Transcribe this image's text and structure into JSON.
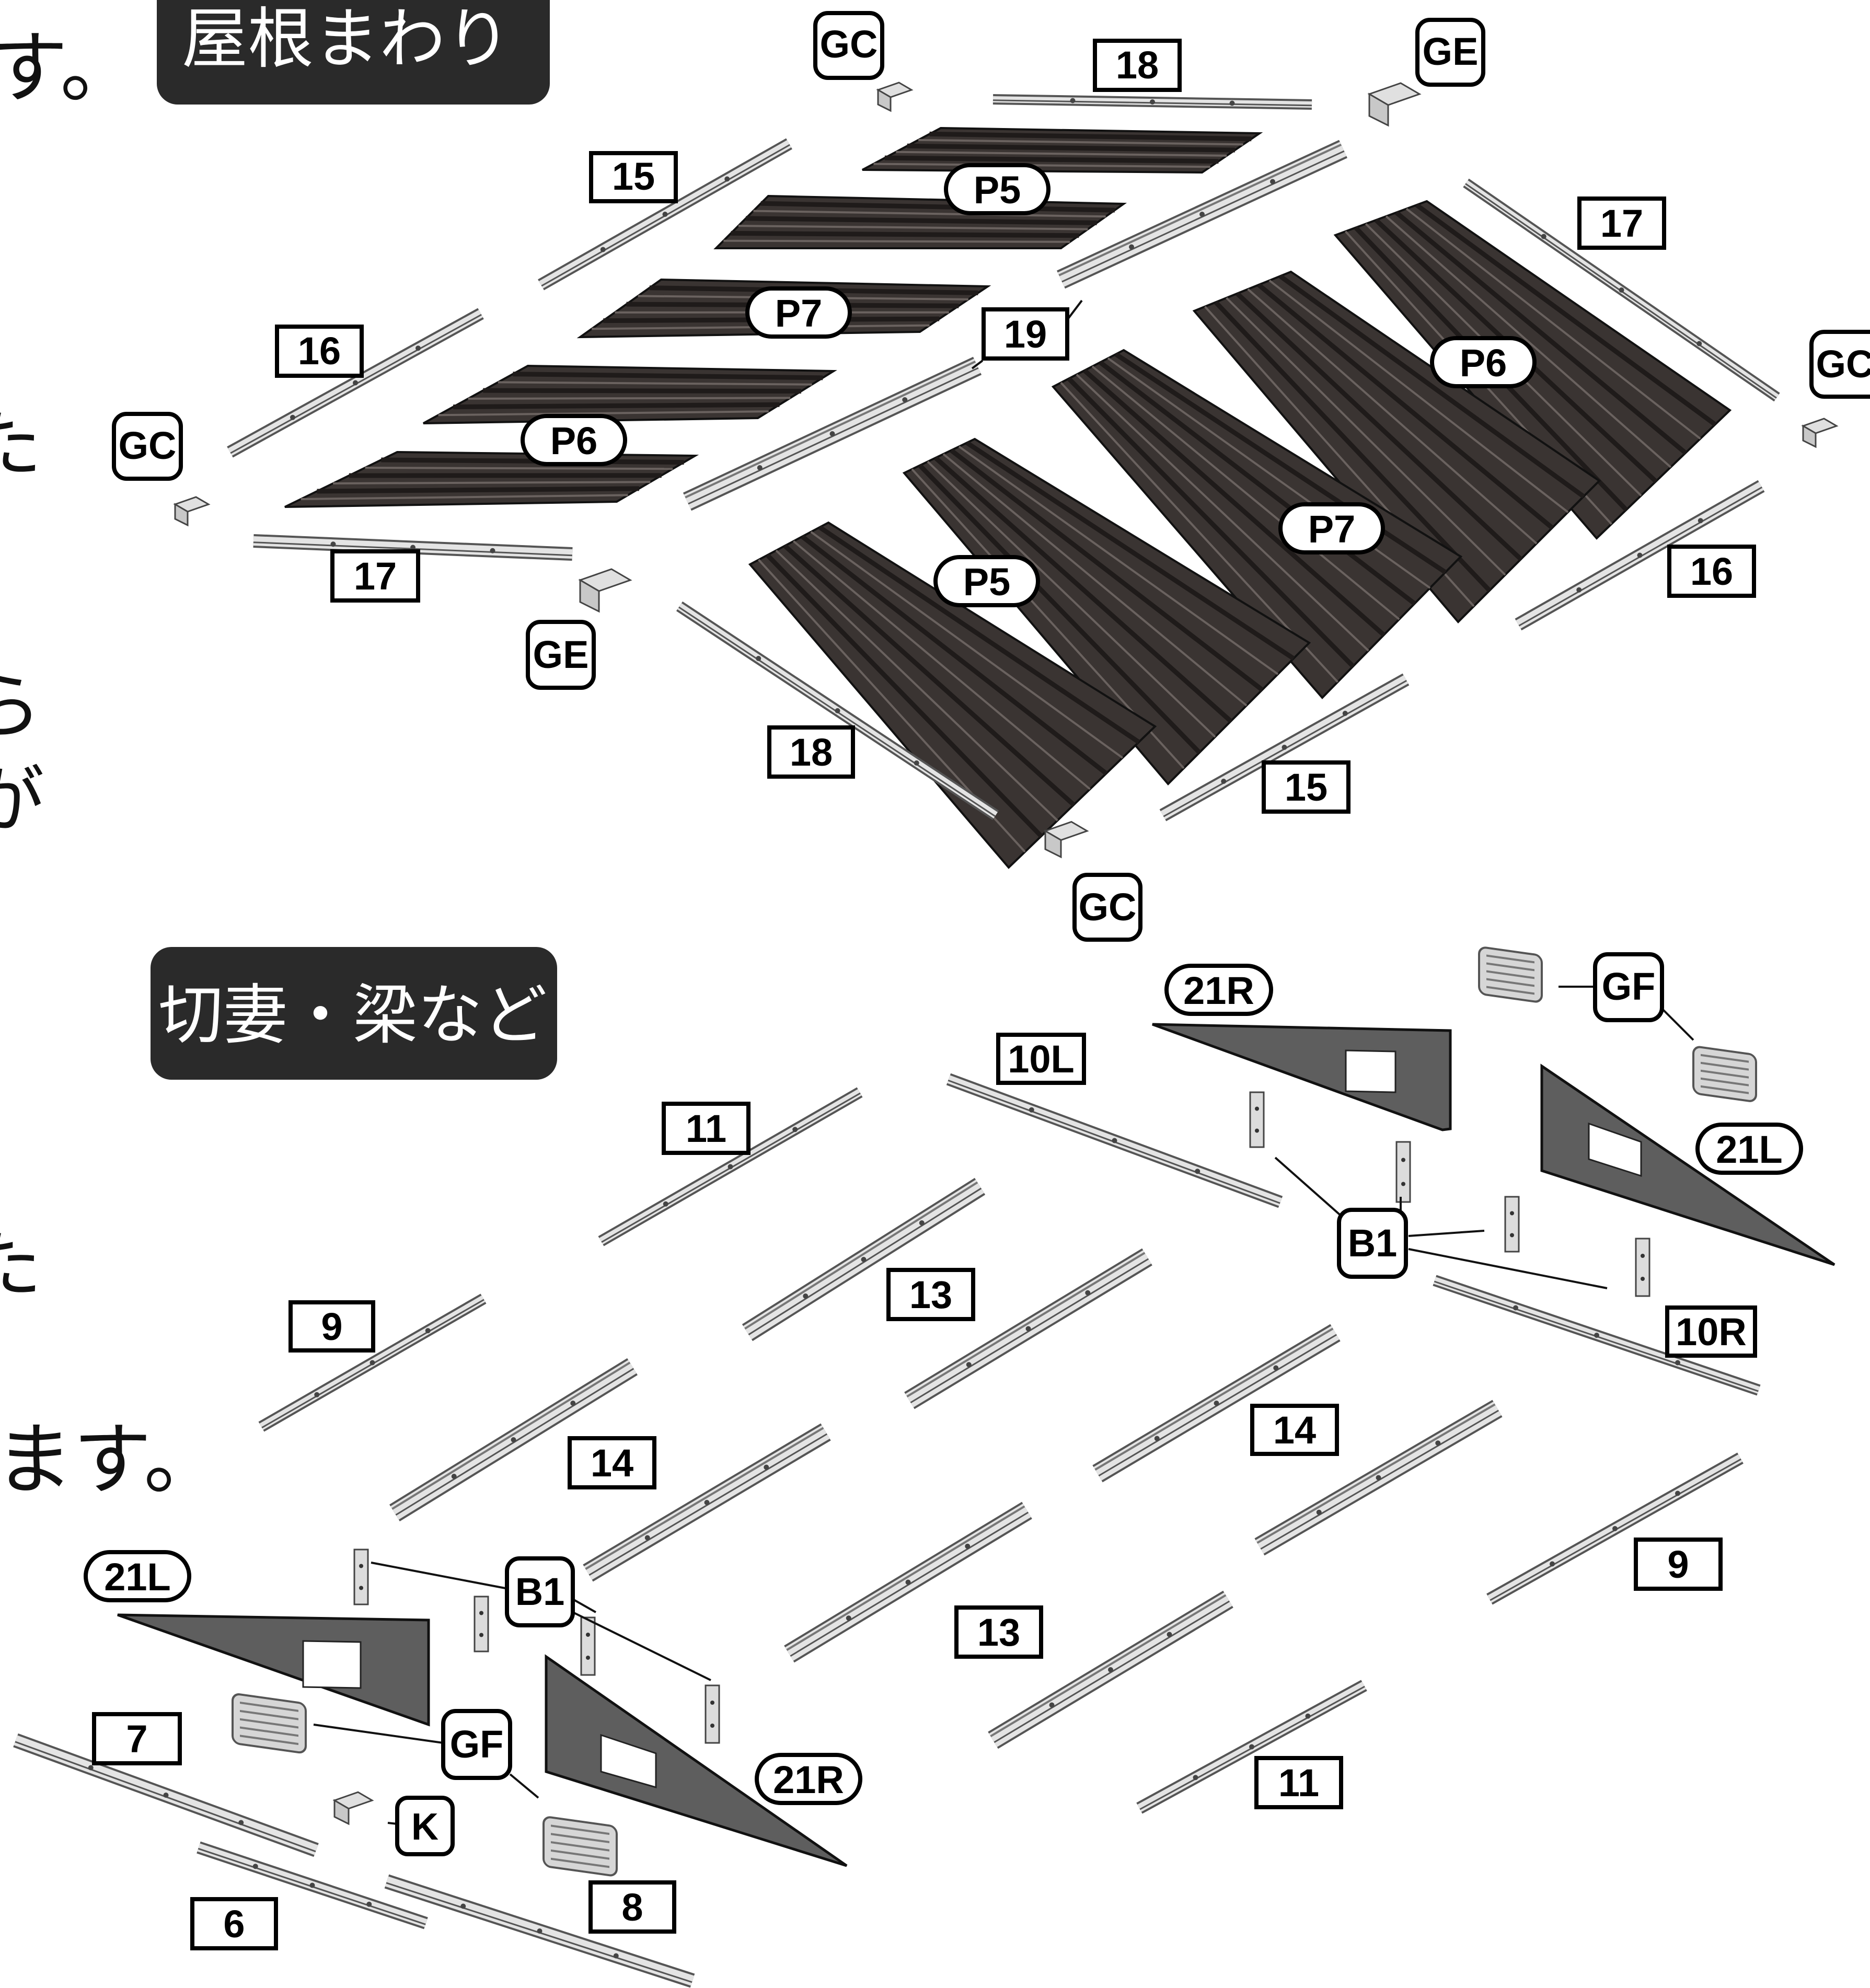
{
  "colors": {
    "background": "#ffffff",
    "panel": "#3a3432",
    "panel_rib": "#1f1b1a",
    "panel_hi": "#6a625f",
    "beam": "#e4e4e4",
    "beam_edge": "#555555",
    "gable": "#5e5e5e",
    "heading_bg": "#2a2a2a",
    "label_border": "#000000"
  },
  "side_text": [
    "す。",
    "た",
    "ら",
    "が",
    "た",
    "ます。"
  ],
  "sections": {
    "roof": {
      "heading": "屋根まわり"
    },
    "gable": {
      "heading": "切妻・梁など"
    }
  },
  "parts": {
    "roof": [
      {
        "label": "GC",
        "shape": "rounded",
        "icon": "corner-cap-icon"
      },
      {
        "label": "18",
        "shape": "box",
        "icon": "beam-icon"
      },
      {
        "label": "GE",
        "shape": "rounded",
        "icon": "ridge-end-icon"
      },
      {
        "label": "15",
        "shape": "box",
        "icon": "beam-icon"
      },
      {
        "label": "P5",
        "shape": "pill",
        "icon": "roof-panel-icon"
      },
      {
        "label": "P7",
        "shape": "pill",
        "icon": "roof-panel-icon"
      },
      {
        "label": "19",
        "shape": "box",
        "icon": "ridge-beam-icon"
      },
      {
        "label": "16",
        "shape": "box",
        "icon": "beam-icon"
      },
      {
        "label": "GC",
        "shape": "rounded",
        "icon": "corner-cap-icon"
      },
      {
        "label": "P6",
        "shape": "pill",
        "icon": "roof-panel-icon"
      },
      {
        "label": "17",
        "shape": "box",
        "icon": "beam-icon"
      },
      {
        "label": "GE",
        "shape": "rounded",
        "icon": "ridge-end-icon"
      },
      {
        "label": "17",
        "shape": "box",
        "icon": "beam-icon"
      },
      {
        "label": "GC",
        "shape": "rounded",
        "icon": "corner-cap-icon"
      },
      {
        "label": "P6",
        "shape": "pill",
        "icon": "roof-panel-icon"
      },
      {
        "label": "P7",
        "shape": "pill",
        "icon": "roof-panel-icon"
      },
      {
        "label": "P5",
        "shape": "pill",
        "icon": "roof-panel-icon"
      },
      {
        "label": "16",
        "shape": "box",
        "icon": "beam-icon"
      },
      {
        "label": "18",
        "shape": "box",
        "icon": "beam-icon"
      },
      {
        "label": "15",
        "shape": "box",
        "icon": "beam-icon"
      },
      {
        "label": "GC",
        "shape": "rounded",
        "icon": "corner-cap-icon"
      }
    ],
    "gable": [
      {
        "label": "21R",
        "shape": "pill",
        "icon": "gable-panel-icon"
      },
      {
        "label": "GF",
        "shape": "rounded",
        "icon": "vent-icon"
      },
      {
        "label": "10L",
        "shape": "box",
        "icon": "beam-icon"
      },
      {
        "label": "11",
        "shape": "box",
        "icon": "beam-icon"
      },
      {
        "label": "21L",
        "shape": "pill",
        "icon": "gable-panel-icon"
      },
      {
        "label": "B1",
        "shape": "rounded",
        "icon": "bracket-icon"
      },
      {
        "label": "13",
        "shape": "box",
        "icon": "beam-icon"
      },
      {
        "label": "10R",
        "shape": "box",
        "icon": "beam-icon"
      },
      {
        "label": "9",
        "shape": "box",
        "icon": "beam-icon"
      },
      {
        "label": "14",
        "shape": "box",
        "icon": "beam-icon"
      },
      {
        "label": "14",
        "shape": "box",
        "icon": "beam-icon"
      },
      {
        "label": "9",
        "shape": "box",
        "icon": "beam-icon"
      },
      {
        "label": "21L",
        "shape": "pill",
        "icon": "gable-panel-icon"
      },
      {
        "label": "B1",
        "shape": "rounded",
        "icon": "bracket-icon"
      },
      {
        "label": "13",
        "shape": "box",
        "icon": "beam-icon"
      },
      {
        "label": "GF",
        "shape": "rounded",
        "icon": "vent-icon"
      },
      {
        "label": "7",
        "shape": "box",
        "icon": "beam-icon"
      },
      {
        "label": "21R",
        "shape": "pill",
        "icon": "gable-panel-icon"
      },
      {
        "label": "11",
        "shape": "box",
        "icon": "beam-icon"
      },
      {
        "label": "K",
        "shape": "rounded",
        "icon": "bracket-icon"
      },
      {
        "label": "6",
        "shape": "box",
        "icon": "beam-icon"
      },
      {
        "label": "8",
        "shape": "box",
        "icon": "beam-icon"
      }
    ]
  }
}
